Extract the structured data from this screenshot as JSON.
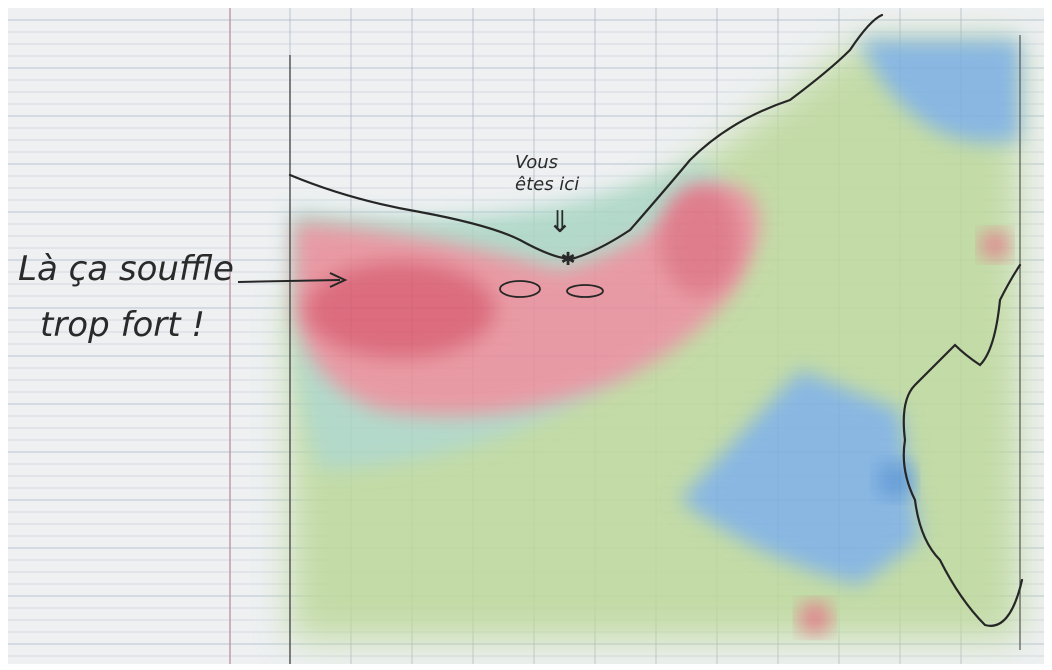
{
  "annotations": {
    "wind_note_line1": "Là ça souffle",
    "wind_note_line2": "trop fort !",
    "you_are_here_line1": "Vous",
    "you_are_here_line2": "êtes ici",
    "arrow_down_glyph": "⇓",
    "marker_glyph": "✱"
  },
  "colors": {
    "paper": "#eef0f2",
    "ruled_line": "#b9c4d3",
    "margin_line": "#c49aa6",
    "grid_line": "#9aa6b6",
    "strong_wind": "#d9576b",
    "moderate_wind": "#e88c97",
    "calm_green": "#bcd89a",
    "calm_teal": "#a9d6c4",
    "water_blue": "#78aee0",
    "coast_ink": "#262626"
  }
}
